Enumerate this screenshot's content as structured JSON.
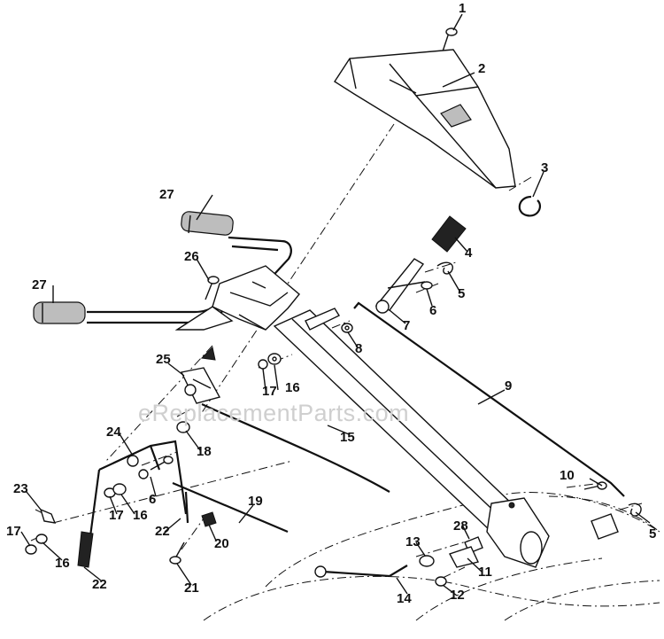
{
  "watermark": "eReplacementParts.com",
  "callouts": {
    "c1": "1",
    "c2": "2",
    "c3": "3",
    "c4": "4",
    "c5a": "5",
    "c5b": "5",
    "c6a": "6",
    "c6b": "6",
    "c7": "7",
    "c8": "8",
    "c9": "9",
    "c10": "10",
    "c11": "11",
    "c12": "12",
    "c13": "13",
    "c14": "14",
    "c15": "15",
    "c16a": "16",
    "c16b": "16",
    "c16c": "16",
    "c17a": "17",
    "c17b": "17",
    "c17c": "17",
    "c18": "18",
    "c19": "19",
    "c20": "20",
    "c21": "21",
    "c22a": "22",
    "c22b": "22",
    "c23": "23",
    "c24": "24",
    "c25": "25",
    "c26": "26",
    "c27a": "27",
    "c27b": "27",
    "c28": "28"
  }
}
